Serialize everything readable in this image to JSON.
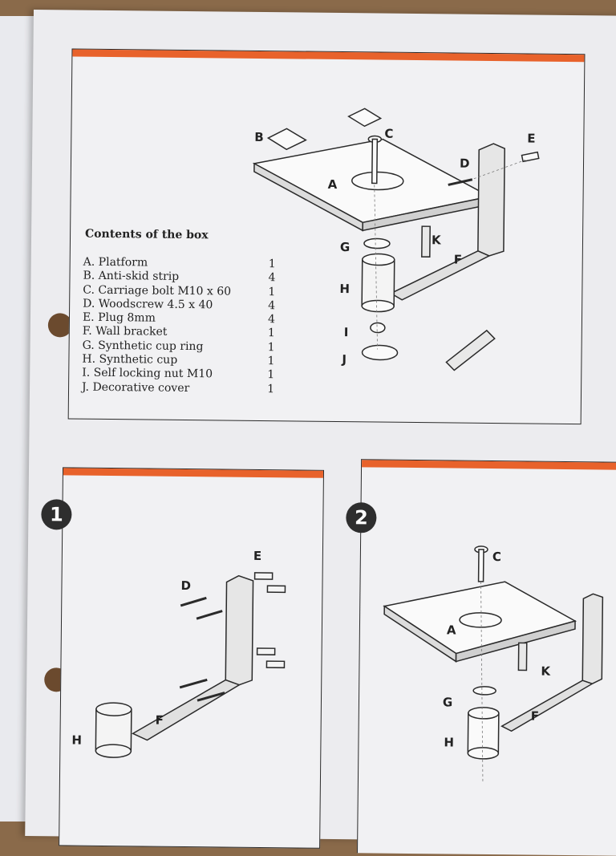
{
  "contents": {
    "title": "Contents of the box",
    "items": [
      {
        "label": "A. Platform",
        "qty": "1"
      },
      {
        "label": "B. Anti-skid strip",
        "qty": "4"
      },
      {
        "label": "C. Carriage bolt M10 x 60",
        "qty": "1"
      },
      {
        "label": "D. Woodscrew 4.5 x 40",
        "qty": "4"
      },
      {
        "label": "E. Plug 8mm",
        "qty": "4"
      },
      {
        "label": "F. Wall bracket",
        "qty": "1"
      },
      {
        "label": "G. Synthetic cup ring",
        "qty": "1"
      },
      {
        "label": "H. Synthetic cup",
        "qty": "1"
      },
      {
        "label": "I. Self locking nut M10",
        "qty": "1"
      },
      {
        "label": "J. Decorative cover",
        "qty": "1"
      }
    ]
  },
  "diagram_labels": {
    "A": "A",
    "B": "B",
    "C": "C",
    "D": "D",
    "E": "E",
    "F": "F",
    "G": "G",
    "H": "H",
    "I": "I",
    "J": "J",
    "K": "K"
  },
  "steps": {
    "step1": "1",
    "step2": "2"
  },
  "colors": {
    "accent": "#e8622b",
    "ink": "#2a2a2a",
    "paper": "#ececef"
  }
}
